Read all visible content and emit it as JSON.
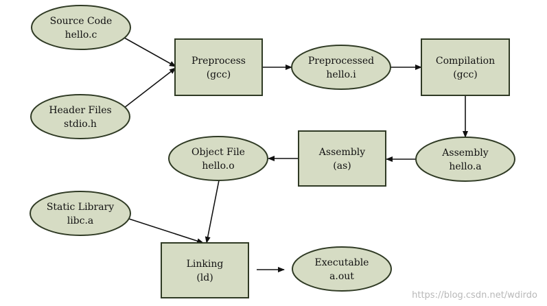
{
  "diagram": {
    "nodes": {
      "source_code": {
        "shape": "ellipse",
        "line1": "Source Code",
        "line2": "hello.c"
      },
      "header_files": {
        "shape": "ellipse",
        "line1": "Header Files",
        "line2": "stdio.h"
      },
      "preprocess": {
        "shape": "rect",
        "line1": "Preprocess",
        "line2": "(gcc)"
      },
      "preprocessed": {
        "shape": "ellipse",
        "line1": "Preprocessed",
        "line2": "hello.i"
      },
      "compilation": {
        "shape": "rect",
        "line1": "Compilation",
        "line2": "(gcc)"
      },
      "assembly_file": {
        "shape": "ellipse",
        "line1": "Assembly",
        "line2": "hello.a"
      },
      "assembly_step": {
        "shape": "rect",
        "line1": "Assembly",
        "line2": "(as)"
      },
      "object_file": {
        "shape": "ellipse",
        "line1": "Object File",
        "line2": "hello.o"
      },
      "static_library": {
        "shape": "ellipse",
        "line1": "Static Library",
        "line2": "libc.a"
      },
      "linking": {
        "shape": "rect",
        "line1": "Linking",
        "line2": "(ld)"
      },
      "executable": {
        "shape": "ellipse",
        "line1": "Executable",
        "line2": "a.out"
      }
    },
    "edges": [
      {
        "from": "source_code",
        "to": "preprocess"
      },
      {
        "from": "header_files",
        "to": "preprocess"
      },
      {
        "from": "preprocess",
        "to": "preprocessed"
      },
      {
        "from": "preprocessed",
        "to": "compilation"
      },
      {
        "from": "compilation",
        "to": "assembly_file"
      },
      {
        "from": "assembly_file",
        "to": "assembly_step"
      },
      {
        "from": "assembly_step",
        "to": "object_file"
      },
      {
        "from": "object_file",
        "to": "linking"
      },
      {
        "from": "static_library",
        "to": "linking"
      },
      {
        "from": "linking",
        "to": "executable"
      }
    ],
    "colors": {
      "node_fill": "#d6dcc4",
      "node_stroke": "#2f3a24",
      "edge": "#111111"
    }
  },
  "watermark": "https://blog.csdn.net/wdirdo"
}
